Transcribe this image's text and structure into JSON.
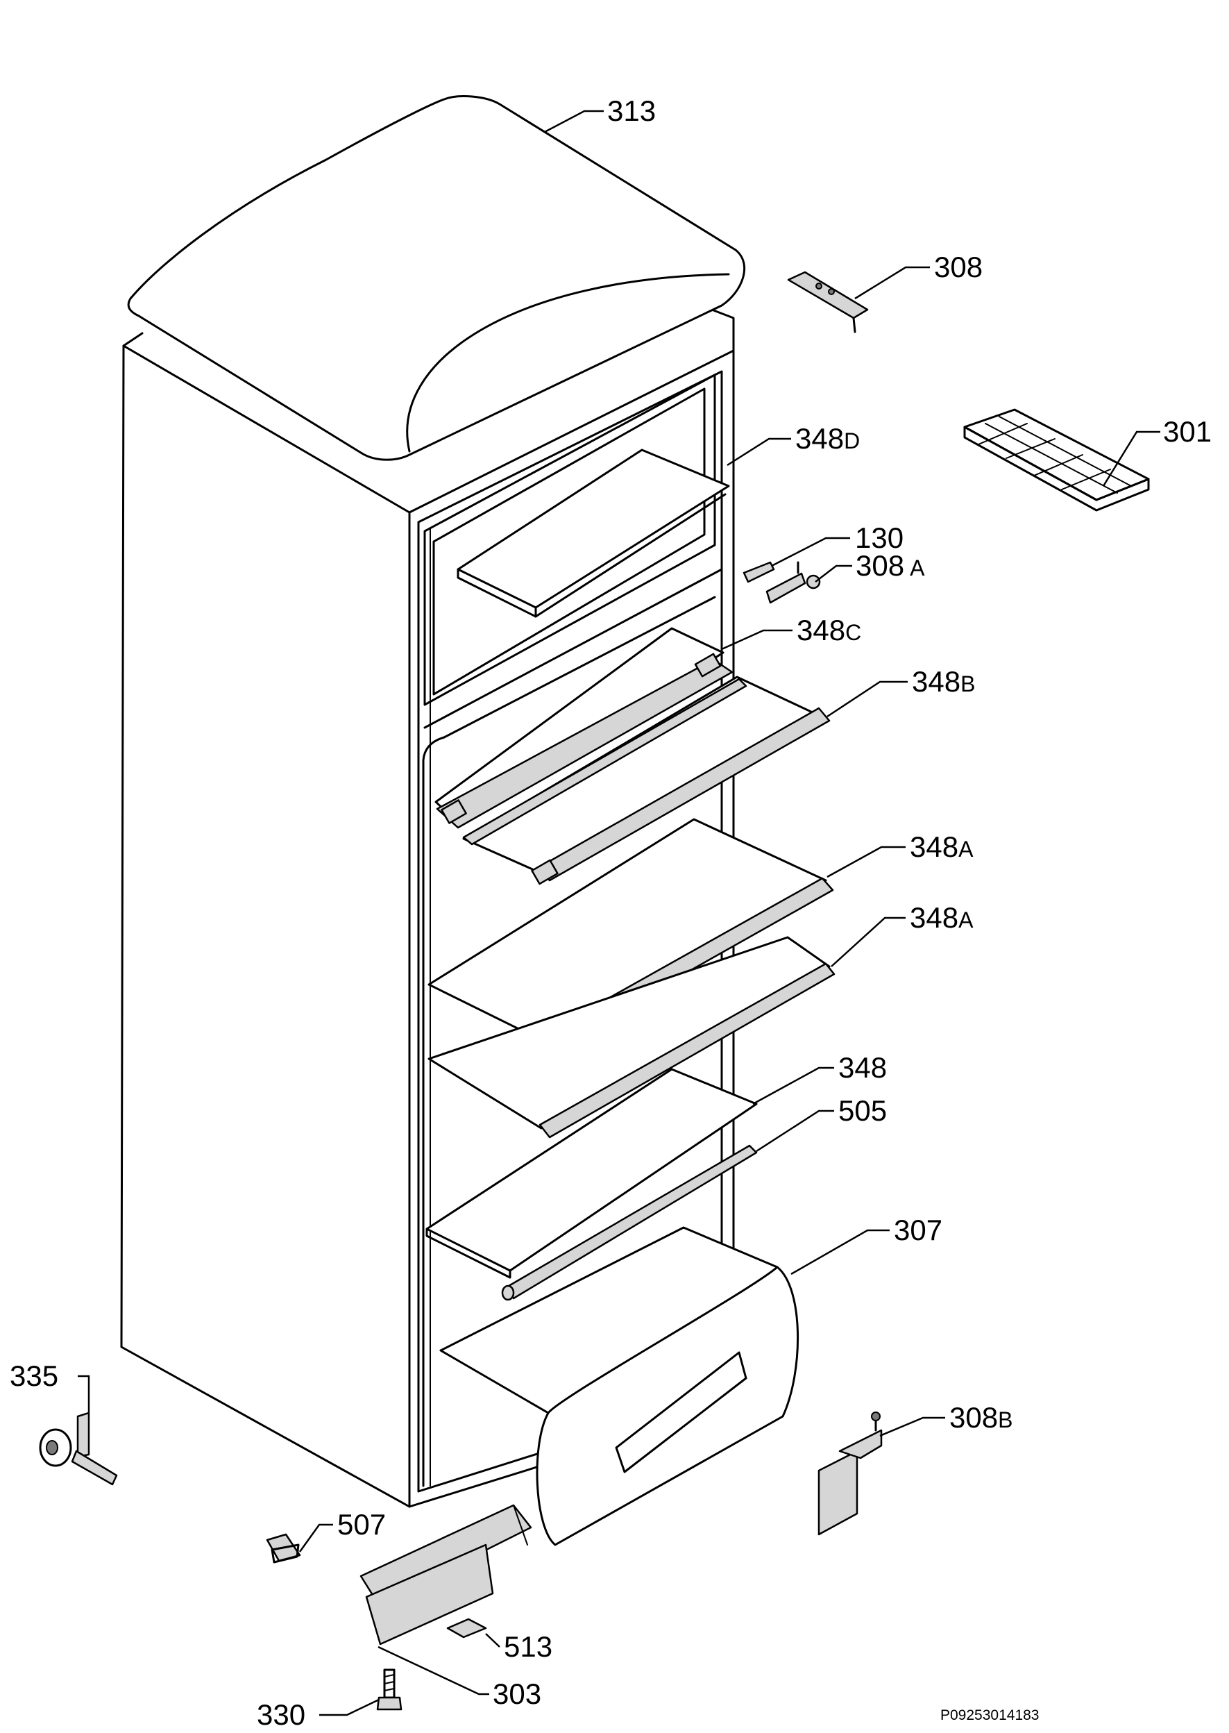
{
  "callouts": {
    "p313": "313",
    "p308": "308",
    "p301": "301",
    "p348d": {
      "num": "348",
      "suffix": "D"
    },
    "p130": "130",
    "p308a": {
      "num": "308",
      "suffix": "A"
    },
    "p348c": {
      "num": "348",
      "suffix": "C"
    },
    "p348b": {
      "num": "348",
      "suffix": "B"
    },
    "p348a_1": {
      "num": "348",
      "suffix": "A"
    },
    "p348a_2": {
      "num": "348",
      "suffix": "A"
    },
    "p348": "348",
    "p505": "505",
    "p307": "307",
    "p335": "335",
    "p308b": {
      "num": "308",
      "suffix": "B"
    },
    "p507": "507",
    "p513": "513",
    "p330": "330",
    "p303": "303"
  },
  "document_id": "P09253014183"
}
